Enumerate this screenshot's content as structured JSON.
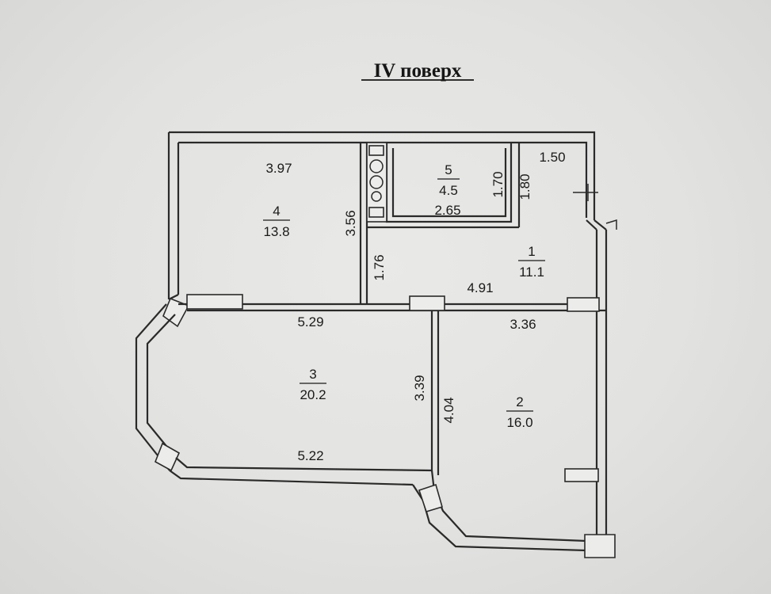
{
  "floor_title": "IV поверх",
  "rooms": [
    {
      "number": "1",
      "area": "11.1"
    },
    {
      "number": "2",
      "area": "16.0"
    },
    {
      "number": "3",
      "area": "20.2"
    },
    {
      "number": "4",
      "area": "13.8"
    },
    {
      "number": "5",
      "area": "4.5"
    }
  ],
  "dimensions": {
    "room4_top": "3.97",
    "room4_side": "3.56",
    "room5_bottom": "2.65",
    "room5_side": "1.70",
    "corridor_top": "1.50",
    "corridor_side": "1.80",
    "room1_side": "1.76",
    "room1_bottom": "4.91",
    "room3_top": "5.29",
    "room3_bottom": "5.22",
    "room3_side": "3.39",
    "room2_top": "3.36",
    "room2_side": "4.04"
  }
}
